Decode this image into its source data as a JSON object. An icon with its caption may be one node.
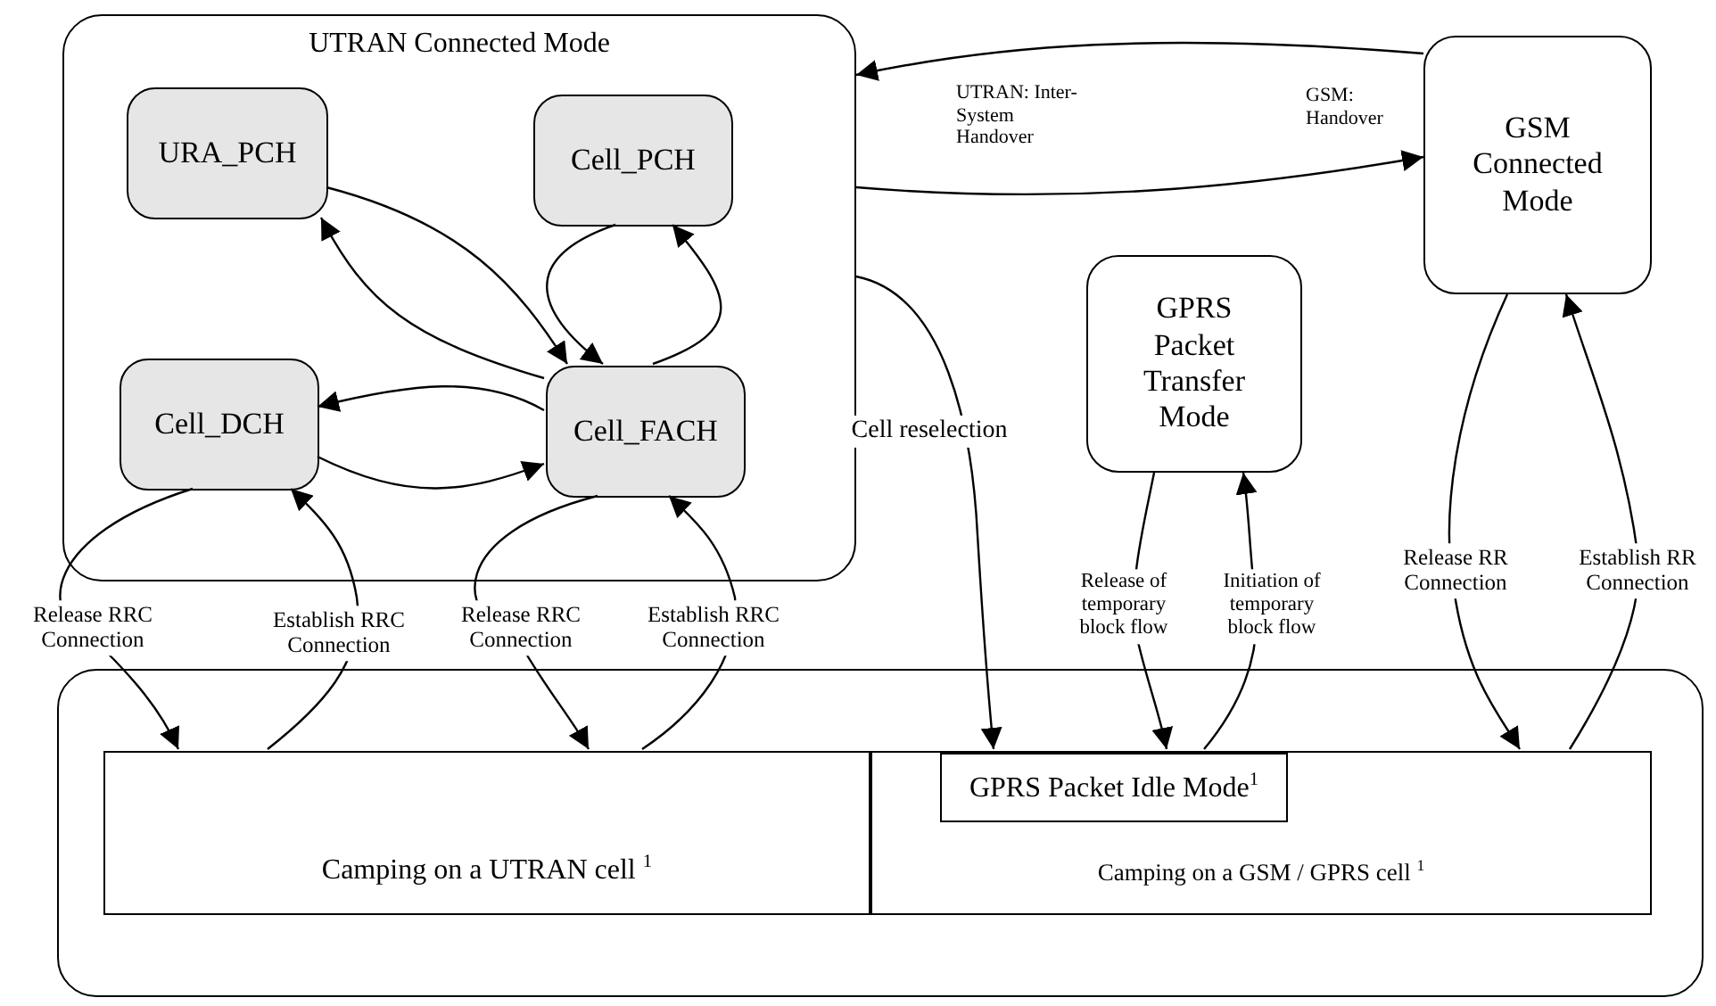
{
  "diagram": {
    "nodes": [
      {
        "text": [
          "UTRAN Connected Mode"
        ]
      },
      {
        "text": [
          "URA_PCH"
        ],
        "in": 0
      },
      {
        "text": [
          "Cell_PCH"
        ],
        "in": 0
      },
      {
        "text": [
          "Cell_DCH"
        ],
        "in": 0
      },
      {
        "text": [
          "Cell_FACH"
        ],
        "in": 0
      },
      {
        "text": [
          "GSM Connected Mode"
        ]
      },
      {
        "text": [
          "GPRS Packet Transfer Mode"
        ]
      },
      {
        "text": [],
        "shape": "box"
      },
      {
        "text": [
          "Camping on a UTRAN cell $^{1}$"
        ],
        "in": 7
      },
      {
        "text": [
          "Camping on a GSM / GPRS cell $^{1}$"
        ],
        "in": 7
      },
      {
        "text": [
          "GPRS Packet Idle Mode$^{1}$"
        ],
        "in": 9
      }
    ],
    "edges": [
      {
        "from": 1,
        "to": 4,
        "arrow": "to"
      },
      {
        "from": 4,
        "to": 1,
        "arrow": "to"
      },
      {
        "from": 2,
        "to": 4,
        "arrow": "to"
      },
      {
        "from": 4,
        "to": 2,
        "arrow": "to"
      },
      {
        "from": 4,
        "to": 3,
        "arrow": "to"
      },
      {
        "from": 3,
        "to": 4,
        "arrow": "to"
      },
      {
        "from": 3,
        "to": 8,
        "arrow": "to",
        "label": "Release RRC Connection"
      },
      {
        "from": 8,
        "to": 3,
        "arrow": "to",
        "label": "Establish RRC Connection"
      },
      {
        "from": 4,
        "to": 8,
        "arrow": "to",
        "label": "Release RRC Connection"
      },
      {
        "from": 8,
        "to": 4,
        "arrow": "to",
        "label": "Establish RRC Connection"
      },
      {
        "from": 0,
        "to": 10,
        "arrow": "to",
        "label": "Cell reselection"
      },
      {
        "from": 5,
        "to": 0,
        "arrow": "to",
        "label": "UTRAN: Inter-System Handover"
      },
      {
        "from": 0,
        "to": 5,
        "arrow": "to",
        "label": "GSM: Handover"
      },
      {
        "from": 6,
        "to": 10,
        "arrow": "to",
        "label": "Release of temporary block flow"
      },
      {
        "from": 10,
        "to": 6,
        "arrow": "to",
        "label": "Initiation of temporary block flow"
      },
      {
        "from": 5,
        "to": 9,
        "arrow": "to",
        "label": "Release RR Connection"
      },
      {
        "from": 9,
        "to": 5,
        "arrow": "to",
        "label": "Establish RR Connection"
      }
    ]
  }
}
